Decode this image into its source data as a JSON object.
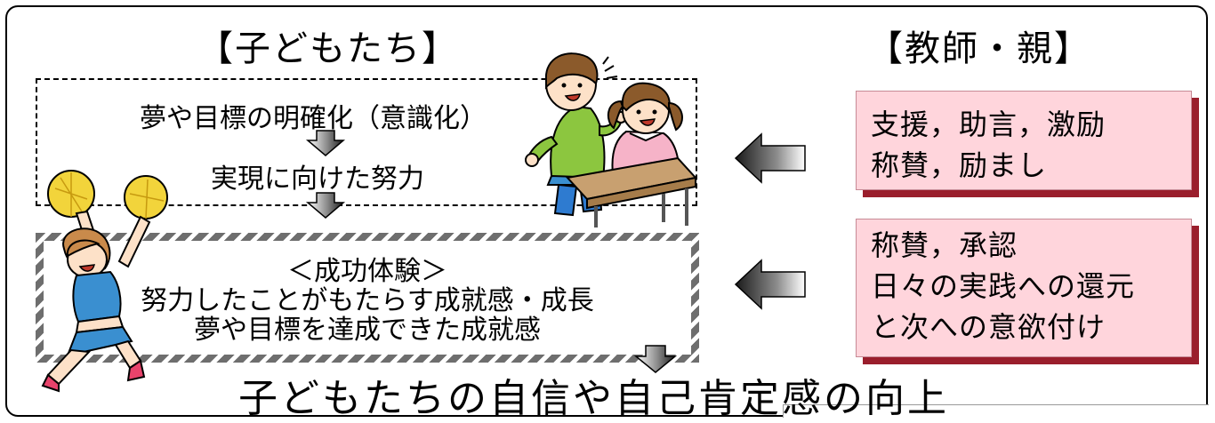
{
  "children_heading": "【子どもたち】",
  "adults_heading": "【教師・親】",
  "flow": {
    "step1": "夢や目標の明確化（意識化）",
    "step2": "実現に向けた努力"
  },
  "success": {
    "title": "＜成功体験＞",
    "line1": "努力したことがもたらす成就感・成長",
    "line2": "夢や目標を達成できた成就感"
  },
  "support_box": {
    "line1": "支援，助言，激励",
    "line2": "称賛，励まし"
  },
  "recognition_box": {
    "line1": "称賛，承認",
    "line2": "日々の実践への還元",
    "line3": "と次への意欲付け"
  },
  "result": "子どもたちの自信や自己肯定感の向上",
  "colors": {
    "pink_fill": "#ffd5dc",
    "pink_shadow": "#9a1e2c",
    "arrow_dark": "#2b2b2b"
  }
}
